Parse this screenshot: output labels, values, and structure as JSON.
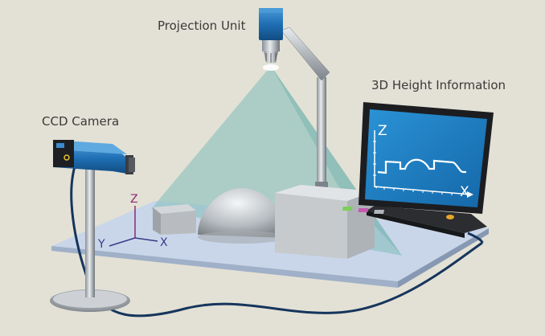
{
  "labels": {
    "projection_unit": "Projection Unit",
    "ccd_camera": "CCD Camera",
    "height_info": "3D Height Information"
  },
  "axes": {
    "z": "Z",
    "y": "Y",
    "x": "X"
  },
  "screen_axes": {
    "z": "Z",
    "x": "X"
  },
  "colors": {
    "background": "#e3e1d5",
    "platform": "#c9d6ea",
    "light_cone": "#7fbdb8",
    "camera_body": "#1f6fb4",
    "screen": "#1a7fc4",
    "axis_z": "#8e2a74",
    "axis_xy": "#3a3a8a"
  }
}
